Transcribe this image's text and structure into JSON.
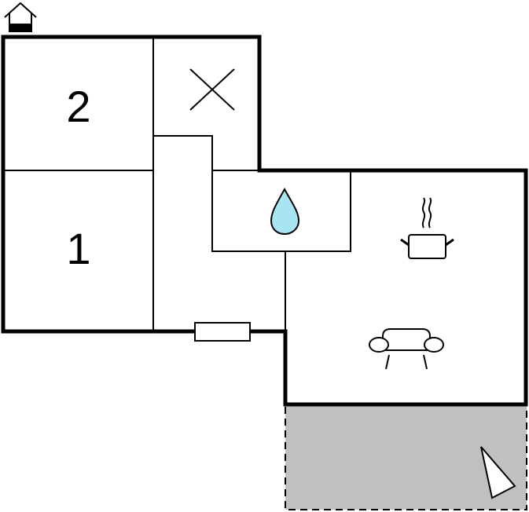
{
  "rooms": [
    {
      "id": "bedroom-2",
      "label": "2"
    },
    {
      "id": "bedroom-1",
      "label": "1"
    }
  ],
  "icons": {
    "entrance": "house-icon",
    "storage": "x-mark-icon",
    "bathroom": "water-drop-icon",
    "kitchen": "cooking-pot-icon",
    "living": "sofa-icon",
    "heater": "radiator-icon",
    "terrace_direction": "north-arrow-icon"
  },
  "colors": {
    "wall": "#000000",
    "water": "#a8e4f2",
    "terrace": "#c0c0c0",
    "background": "#ffffff"
  }
}
